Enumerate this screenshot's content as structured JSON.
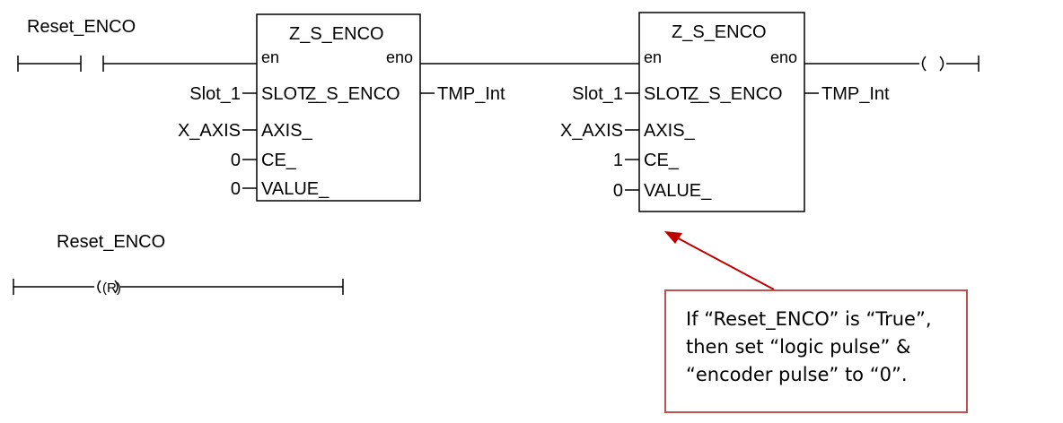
{
  "rung1": {
    "contact_var": "Reset_ENCO",
    "block1": {
      "name": "Z_S_ENCO",
      "en": "en",
      "eno": "eno",
      "inputs": [
        {
          "pin": "SLOT_",
          "value": "Slot_1"
        },
        {
          "pin": "AXIS_",
          "value": "X_AXIS"
        },
        {
          "pin": "CE_",
          "value": "0"
        },
        {
          "pin": "VALUE_",
          "value": "0"
        }
      ],
      "output_pin": "Z_S_ENCO",
      "output_var": "TMP_Int"
    },
    "block2": {
      "name": "Z_S_ENCO",
      "en": "en",
      "eno": "eno",
      "inputs": [
        {
          "pin": "SLOT_",
          "value": "Slot_1"
        },
        {
          "pin": "AXIS_",
          "value": "X_AXIS"
        },
        {
          "pin": "CE_",
          "value": "1"
        },
        {
          "pin": "VALUE_",
          "value": "0"
        }
      ],
      "output_pin": "Z_S_ENCO",
      "output_var": "TMP_Int"
    },
    "coil_symbol": "( )"
  },
  "rung2": {
    "coil_var": "Reset_ENCO",
    "coil_symbol": "(R)"
  },
  "callout": {
    "lines": [
      "If “Reset_ENCO” is “True”,",
      "then set “logic pulse” &",
      "“encoder pulse” to “0”."
    ],
    "border_color": "#c0504d",
    "arrow_color": "#c00000"
  }
}
